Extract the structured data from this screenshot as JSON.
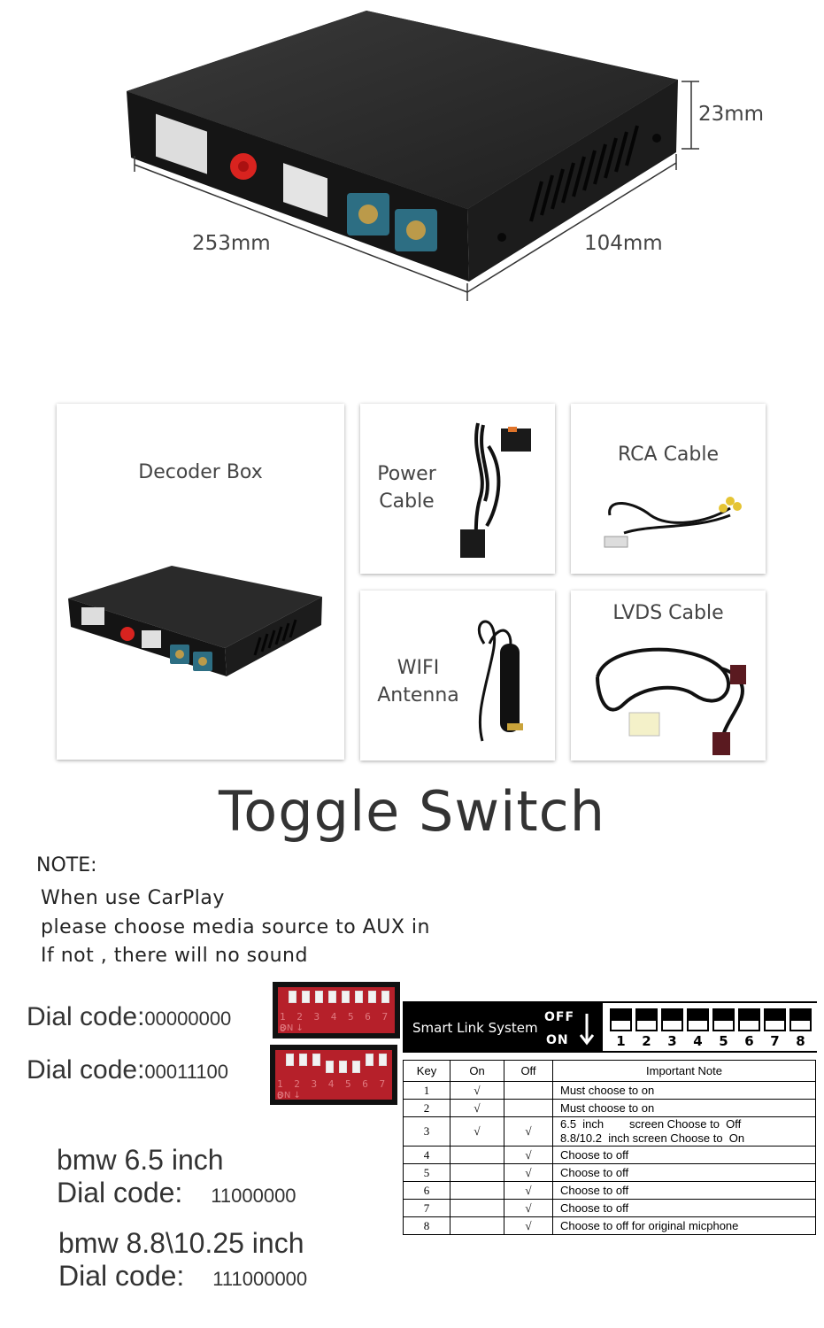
{
  "dimensions": {
    "height": "23mm",
    "length": "253mm",
    "width": "104mm"
  },
  "components": {
    "decoder_box": "Decoder Box",
    "power_cable": [
      "Power",
      "Cable"
    ],
    "rca_cable": "RCA Cable",
    "wifi_antenna": [
      "WIFI",
      "Antenna"
    ],
    "lvds_cable": "LVDS Cable"
  },
  "toggle": {
    "heading": "Toggle Switch",
    "note_title": "NOTE:",
    "note_lines": [
      "When use CarPlay",
      "please choose media source to AUX in",
      "If not , there will no sound"
    ],
    "dials": [
      {
        "prefix": "Dial code:",
        "code": "00000000"
      },
      {
        "prefix": "Dial code:",
        "code": "00011100"
      }
    ],
    "dip_numbers": "1 2 3 4 5 6 7 8",
    "dip_on": "ON ↓",
    "bmw": [
      {
        "model": "bmw 6.5 inch",
        "prefix": "Dial code:",
        "code": "11000000"
      },
      {
        "model": "bmw 8.8\\10.25 inch",
        "prefix": "Dial code:",
        "code": "111000000"
      }
    ]
  },
  "smart_link": {
    "title": "Smart Link System",
    "off": "OFF",
    "on": "ON",
    "switch_numbers": [
      "1",
      "2",
      "3",
      "4",
      "5",
      "6",
      "7",
      "8"
    ]
  },
  "notes_table": {
    "headers": [
      "Key",
      "On",
      "Off",
      "Important Note"
    ],
    "rows": [
      {
        "key": "1",
        "on": "√",
        "off": "",
        "note": "Must choose to on",
        "note2": ""
      },
      {
        "key": "2",
        "on": "√",
        "off": "",
        "note": "Must choose to on",
        "note2": ""
      },
      {
        "key": "3",
        "on": "√",
        "off": "√",
        "note": "6.5  inch        screen Choose to  Off",
        "note2": "8.8/10.2  inch screen Choose to  On"
      },
      {
        "key": "4",
        "on": "",
        "off": "√",
        "note": "Choose to off",
        "note2": ""
      },
      {
        "key": "5",
        "on": "",
        "off": "√",
        "note": "Choose to off",
        "note2": ""
      },
      {
        "key": "6",
        "on": "",
        "off": "√",
        "note": "Choose to off",
        "note2": ""
      },
      {
        "key": "7",
        "on": "",
        "off": "√",
        "note": "Choose to off",
        "note2": ""
      },
      {
        "key": "8",
        "on": "",
        "off": "√",
        "note": "Choose to off for original micphone",
        "note2": ""
      }
    ]
  }
}
